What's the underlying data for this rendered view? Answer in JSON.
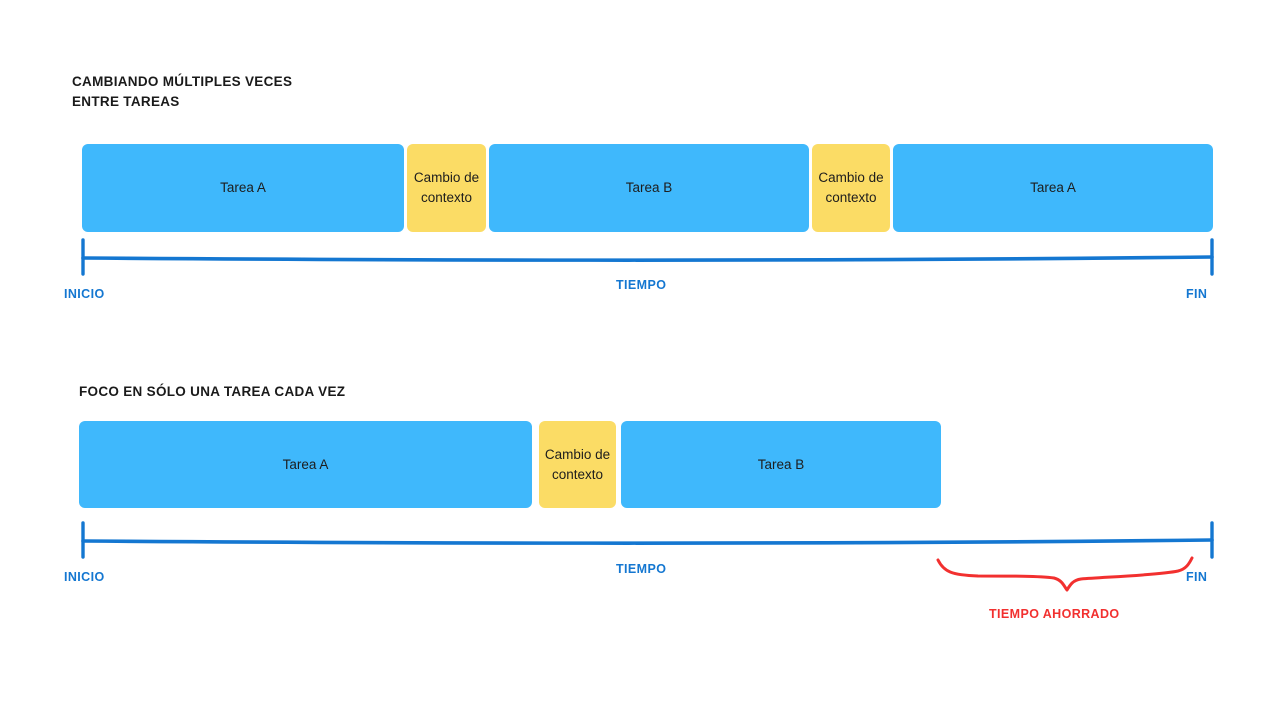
{
  "colors": {
    "task_block": "#3fb8fc",
    "switch_block": "#fbdc65",
    "axis_blue": "#1477d1",
    "saved_red": "#f2302f",
    "text_dark": "#1d1d1d",
    "background": "#ffffff"
  },
  "section_one": {
    "title": "CAMBIANDO MÚLTIPLES VECES\nENTRE TAREAS",
    "blocks": [
      {
        "label": "Tarea A",
        "type": "task"
      },
      {
        "label": "Cambio de contexto",
        "type": "switch"
      },
      {
        "label": "Tarea B",
        "type": "task"
      },
      {
        "label": "Cambio de contexto",
        "type": "switch"
      },
      {
        "label": "Tarea A",
        "type": "task"
      }
    ],
    "axis": {
      "start_label": "INICIO",
      "middle_label": "TIEMPO",
      "end_label": "FIN"
    }
  },
  "section_two": {
    "title": "FOCO EN SÓLO UNA TAREA CADA VEZ",
    "blocks": [
      {
        "label": "Tarea A",
        "type": "task"
      },
      {
        "label": "Cambio de contexto",
        "type": "switch"
      },
      {
        "label": "Tarea B",
        "type": "task"
      }
    ],
    "axis": {
      "start_label": "INICIO",
      "middle_label": "TIEMPO",
      "end_label": "FIN"
    },
    "annotation": {
      "label": "TIEMPO AHORRADO"
    }
  }
}
